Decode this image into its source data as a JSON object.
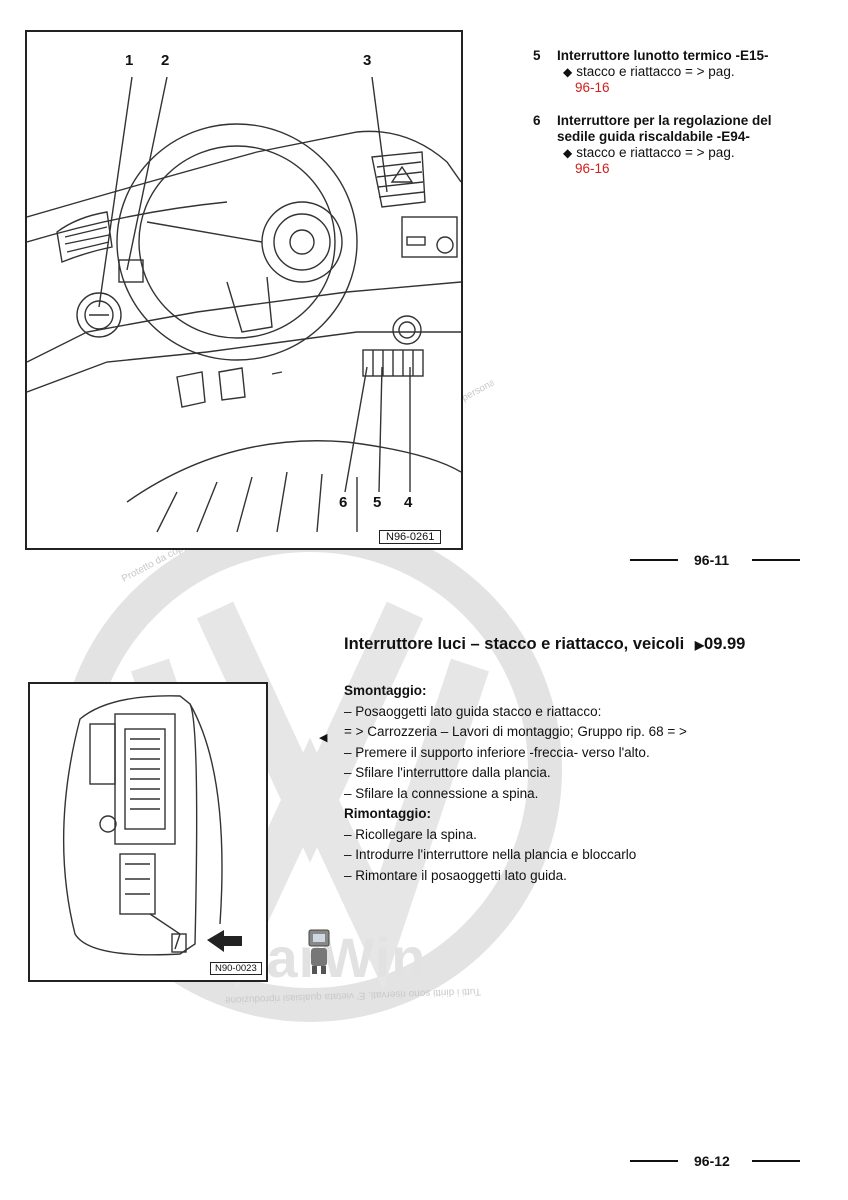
{
  "figure1": {
    "callouts": [
      "1",
      "2",
      "3",
      "6",
      "5",
      "4"
    ],
    "code": "N96-0261"
  },
  "items_top": [
    {
      "num": "5",
      "title": "Interruttore lunotto termico -E15-",
      "title_lines": [
        "Interruttore lunotto termico -E15-"
      ],
      "sub": "stacco e riattacco = > pag.",
      "link": "96-16"
    },
    {
      "num": "6",
      "title_lines": [
        "Interruttore per la regolazione del",
        "sedile guida riscaldabile -E94-"
      ],
      "sub": "stacco e riattacco = > pag.",
      "link": "96-16"
    }
  ],
  "page_number_1": "96-11",
  "section": {
    "title": "Interruttore luci – stacco e riattacco, veicoli",
    "arrow_icon": "triangle-right-icon",
    "title_suffix": "09.99"
  },
  "steps": {
    "smontaggio_head": "Smontaggio:",
    "smontaggio": [
      "– Posaoggetti lato guida stacco e riattacco:",
      "= > Carrozzeria – Lavori di montaggio; Gruppo rip. 68 = >",
      "– Premere il supporto inferiore -freccia- verso l'alto.",
      "– Sfilare l'interruttore dalla plancia.",
      "– Sfilare la connessione a spina."
    ],
    "rimontaggio_head": "Rimontaggio:",
    "rimontaggio": [
      "– Ricollegare la spina.",
      "– Introdurre l'interruttore nella plancia e bloccarlo",
      "– Rimontare il posaoggetti lato guida."
    ]
  },
  "figure2": {
    "code": "N90-0023"
  },
  "page_number_2": "96-12",
  "watermark": {
    "arc_text": "Protetto da copyright. Copie per uso privato o commerciale, anche parziale, sia ad uso personale che a scopo di lucro, senza l'esplicita autorizzazione della Volkswagen AG. La Volkswagen AG non garantisce l'esattezza dei contenuti in questa pubblicazione. Copyright by Volkswagen AG",
    "bottom_text": "Tutti i diritti sono riservati. E' vietata qualsiasi riproduzione",
    "brand": "CarWin"
  },
  "colors": {
    "link": "#d0201e",
    "watermark": "#d9d9d9"
  }
}
